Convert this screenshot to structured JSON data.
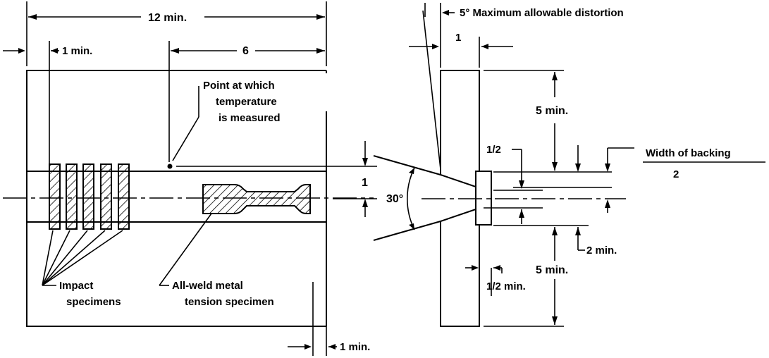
{
  "labels": {
    "overall_length": "12 min.",
    "spacing_left": "1 min.",
    "dim_six": "6",
    "temp_point": [
      "Point at which",
      "temperature",
      "is measured"
    ],
    "thickness": "1",
    "impact": [
      "Impact",
      "specimens"
    ],
    "tension": [
      "All-weld metal",
      "tension specimen"
    ],
    "bottom_min": "1 min.",
    "distortion": "5° Maximum allowable distortion",
    "plate_thickness": "1",
    "angle": "30°",
    "root_half": "1/2",
    "height_top": "5 min.",
    "height_bottom": "5 min.",
    "backing_numerator": "Width of backing",
    "backing_denominator": "2",
    "two_min": "2 min.",
    "half_min": "1/2 min."
  },
  "colors": {
    "ink": "#000000",
    "paper": "#ffffff"
  }
}
